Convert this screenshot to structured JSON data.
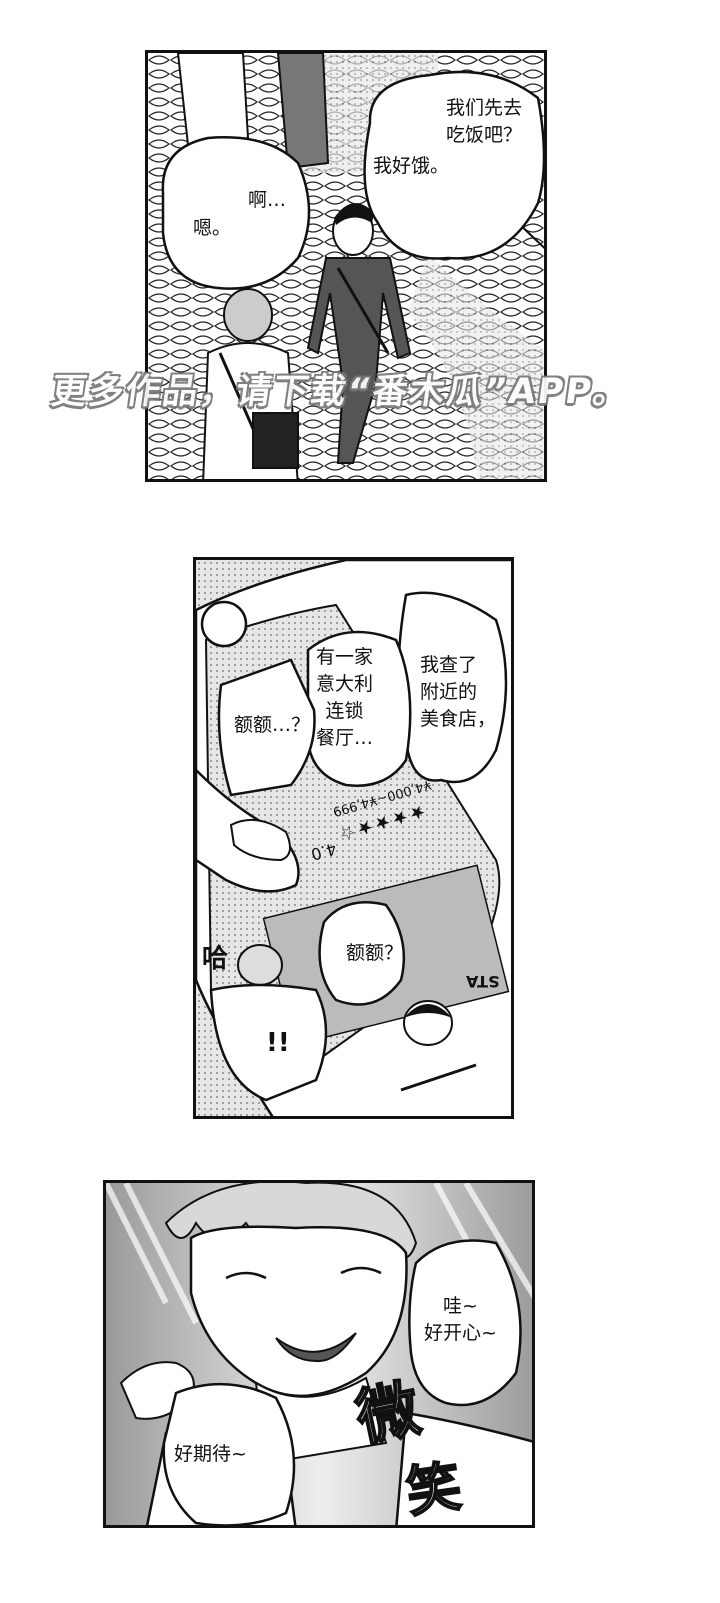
{
  "panels": [
    {
      "bubbles": [
        {
          "text": "我们先去\n吃饭吧？"
        },
        {
          "text": "我好饿。"
        },
        {
          "text": "啊…"
        },
        {
          "text": "嗯。"
        }
      ]
    },
    {
      "bubbles": [
        {
          "text": "我查了\n附近的\n美食店，"
        },
        {
          "text": "有一家\n意大利\n连锁\n餐厅…"
        },
        {
          "text": "额额…？"
        },
        {
          "text": "额额？"
        }
      ],
      "phone": {
        "rating": "4.0",
        "stars": "★★★★☆",
        "price": "¥4,000~¥4,999",
        "name_fragment": "STA"
      },
      "sfx": [
        {
          "text": "哈"
        },
        {
          "text": "!!"
        }
      ]
    },
    {
      "bubbles": [
        {
          "text": "哇~\n好开心~"
        },
        {
          "text": "好期待~"
        }
      ],
      "sfx": [
        {
          "text": "微"
        },
        {
          "text": "笑"
        }
      ]
    }
  ],
  "watermark": "更多作品，请下载“番木瓜”APP。"
}
